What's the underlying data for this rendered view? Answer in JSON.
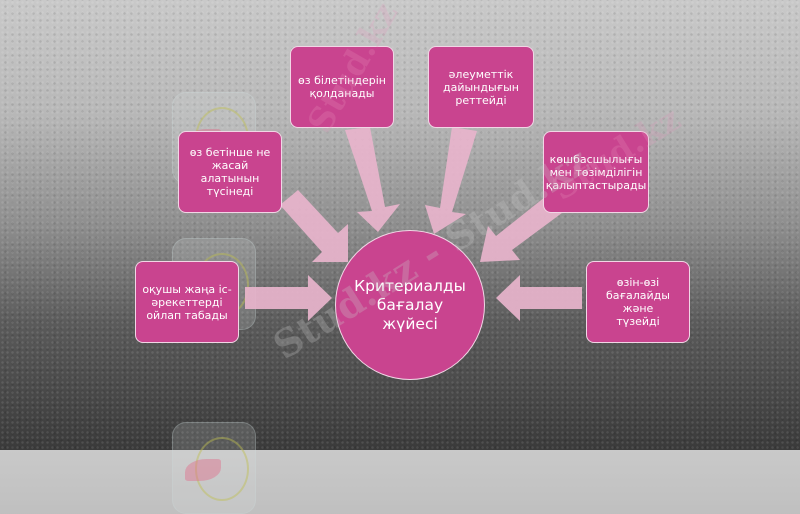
{
  "diagram": {
    "center": {
      "label": "Критериалды\nбағалау\nжүйесі"
    },
    "nodes": [
      {
        "id": "top-left",
        "label": "өз білетіндерін\nқолданады"
      },
      {
        "id": "top-right",
        "label": "әлеуметтік\nдайындығын\nреттейді"
      },
      {
        "id": "upper-left",
        "label": "өз бетінше не\nжасай алатынын\nтүсінеді"
      },
      {
        "id": "upper-right",
        "label": "көшбасшылығы\nмен төзімділігін\nқалыптастырады"
      },
      {
        "id": "left",
        "label": "оқушы жаңа іс-\nәрекеттерді\nойлап табады"
      },
      {
        "id": "right",
        "label": "өзін-өзі\nбағалайды және\nтүзейді"
      }
    ]
  },
  "watermark": {
    "text_main": "Stud.kz - Stud.kz",
    "text_short": "Stud.kz"
  },
  "colors": {
    "node_fill": "#c9448f",
    "node_border": "#f2d6e6",
    "arrow_fill": "#e8b4cc",
    "text": "#ffffff"
  }
}
